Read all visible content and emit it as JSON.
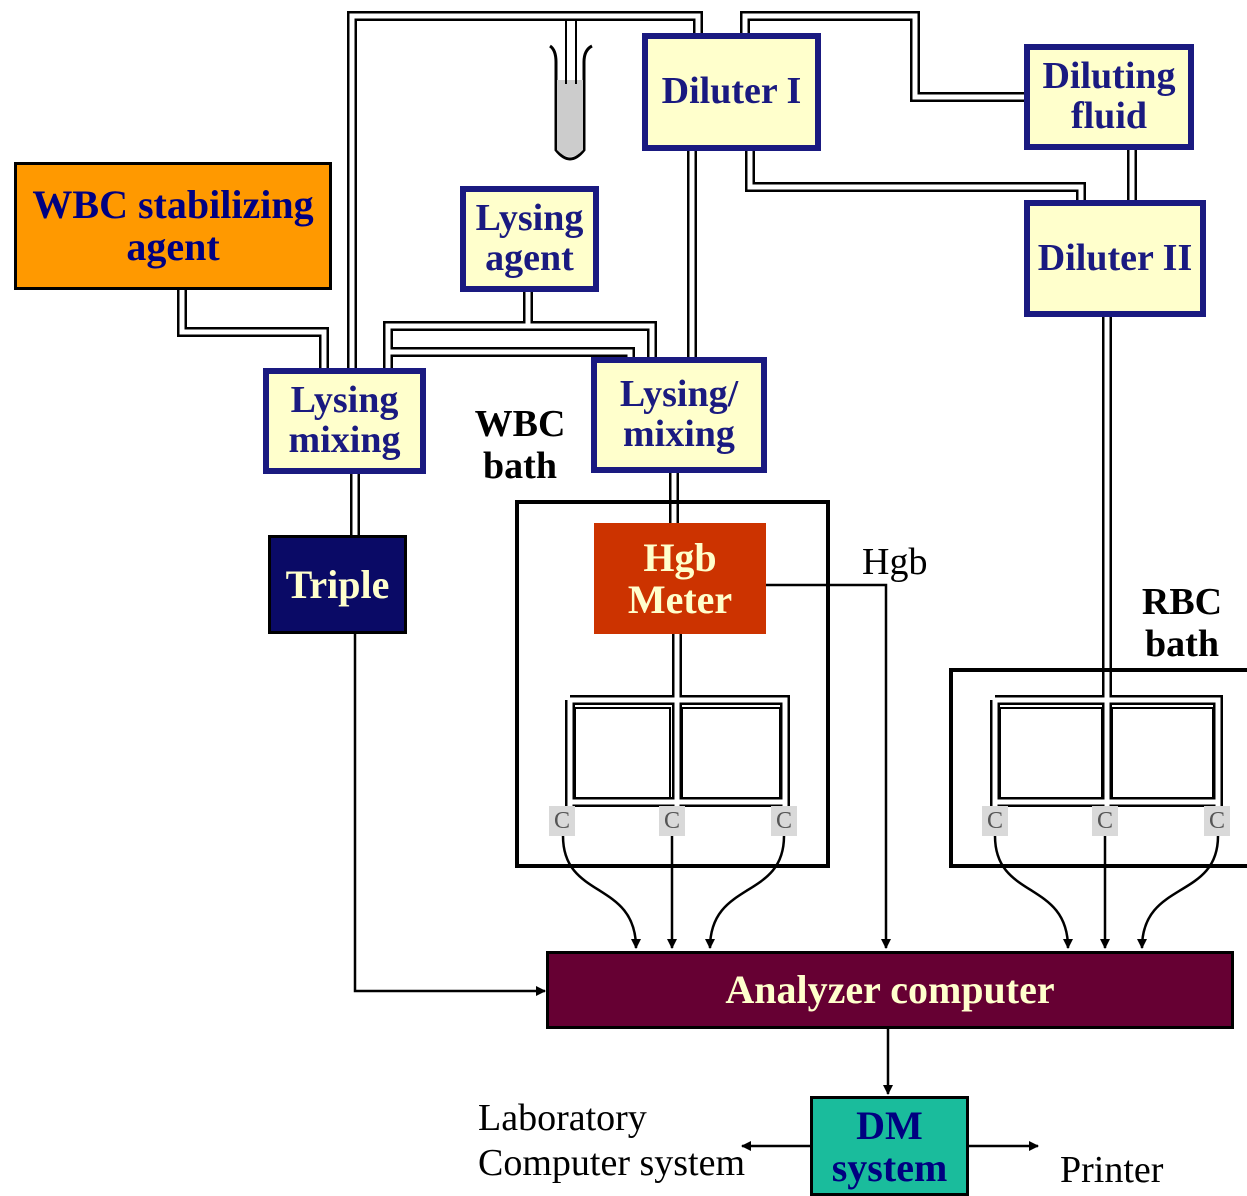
{
  "boxes": {
    "wbc_stabilizing": "WBC stabilizing\nagent",
    "lysing_agent": "Lysing\nagent",
    "diluter_1": "Diluter I",
    "diluting_fluid": "Diluting\nfluid",
    "diluter_2": "Diluter II",
    "lysing_mixing_left": "Lysing\nmixing",
    "lysing_mixing_right": "Lysing/\nmixing",
    "triple": "Triple",
    "hgb_meter": "Hgb\nMeter",
    "analyzer_computer": "Analyzer computer",
    "dm_system": "DM\nsystem"
  },
  "labels": {
    "wbc_bath": "WBC\nbath",
    "rbc_bath": "RBC\nbath",
    "hgb": "Hgb",
    "laboratory": "Laboratory\nComputer system",
    "printer": "Printer"
  },
  "counter_label": "C",
  "colors": {
    "wbc_stabilizing_fill": "#ff9900",
    "light_box_fill": "#ffffcc",
    "light_box_border": "#1a1a80",
    "triple_fill": "#0a0a66",
    "hgb_meter_fill": "#cc3300",
    "analyzer_fill": "#660033",
    "dm_system_fill": "#1abc9c"
  }
}
